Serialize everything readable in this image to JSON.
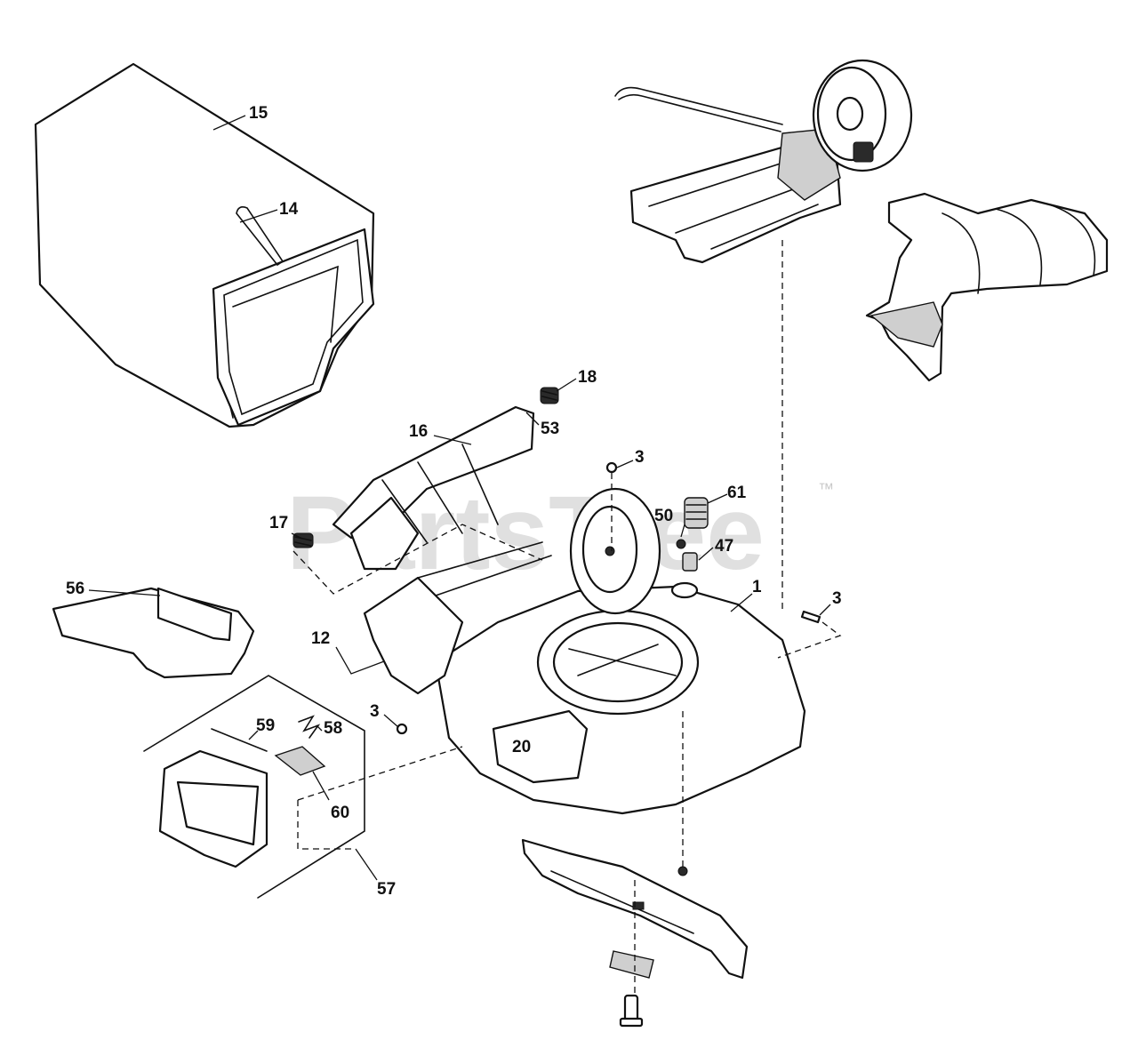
{
  "diagram": {
    "watermark": "PartsTree",
    "trademark": "™",
    "callouts": {
      "c15": "15",
      "c14": "14",
      "c18": "18",
      "c53": "53",
      "c16": "16",
      "c3a": "3",
      "c61": "61",
      "c50": "50",
      "c47": "47",
      "c17": "17",
      "c1": "1",
      "c3b": "3",
      "c56": "56",
      "c12": "12",
      "c3c": "3",
      "c59": "59",
      "c58": "58",
      "c20": "20",
      "c60": "60",
      "c57": "57"
    }
  }
}
